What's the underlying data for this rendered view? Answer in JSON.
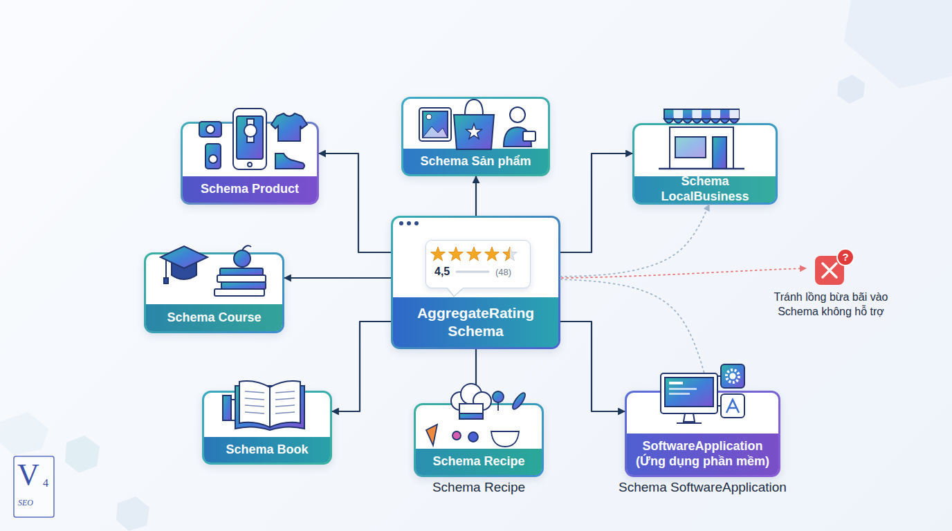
{
  "diagram": {
    "nodes": [
      {
        "text": [
          "Schema Product"
        ]
      },
      {
        "text": [
          "Schema Sản phẩm"
        ]
      },
      {
        "text": [
          "Schema LocalBusiness"
        ]
      },
      {
        "text": [
          "AggregateRating Schema"
        ]
      },
      {
        "text": [
          "4,5",
          "(48)"
        ],
        "in": 3
      },
      {
        "text": [
          "Schema Course"
        ]
      },
      {
        "text": [
          "Schema Book"
        ]
      },
      {
        "text": [
          "Schema Recipe",
          "Schema Recipe"
        ]
      },
      {
        "text": [
          "SoftwareApplication (Ứng dụng phần mềm)",
          "Schema SoftwareApplication"
        ]
      }
    ],
    "edges": [
      {
        "from": 3,
        "to": 0,
        "arrow": "to"
      },
      {
        "from": 3,
        "to": 1,
        "arrow": "to"
      },
      {
        "from": 3,
        "to": 2,
        "arrow": "to"
      },
      {
        "from": 3,
        "to": 5,
        "arrow": "to"
      },
      {
        "from": 3,
        "to": 6,
        "arrow": "to"
      },
      {
        "from": 3,
        "to": 7,
        "arrow": "to"
      },
      {
        "from": 3,
        "to": 8,
        "arrow": "to"
      },
      {
        "from": 3,
        "to": 2,
        "arrow": "to"
      },
      {
        "from": 3,
        "to": 8,
        "arrow": "to"
      }
    ],
    "labels": [
      "?",
      "Tránh lồng bừa bãi vào Schema không hỗ trợ",
      "V",
      "4",
      "SEO"
    ]
  }
}
